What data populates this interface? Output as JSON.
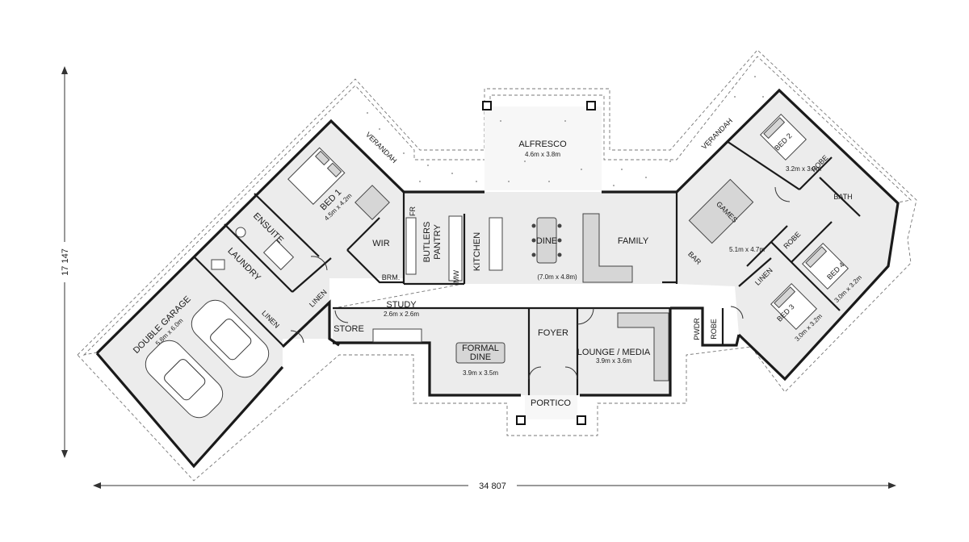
{
  "rooms": {
    "bed1": {
      "name": "BED 1",
      "size": "4.5m x 4.2m"
    },
    "ensuite": {
      "name": "ENSUITE"
    },
    "laundry": {
      "name": "LAUNDRY"
    },
    "linen_laundry": {
      "name": "LINEN"
    },
    "linen_hall": {
      "name": "LINEN"
    },
    "wir": {
      "name": "WIR"
    },
    "brm": {
      "name": "BRM."
    },
    "fr": {
      "name": "FR"
    },
    "butlers_pantry": {
      "name_line1": "BUTLERS",
      "name_line2": "PANTRY"
    },
    "mw": {
      "name": "MW"
    },
    "kitchen": {
      "name": "KITCHEN"
    },
    "dine": {
      "name": "DINE"
    },
    "family": {
      "name": "FAMILY"
    },
    "kfd_size": {
      "size": "(7.0m x 4.8m)"
    },
    "alfresco": {
      "name": "ALFRESCO",
      "size": "4.6m x 3.8m"
    },
    "verandah_left": {
      "name": "VERANDAH"
    },
    "verandah_right": {
      "name": "VERANDAH"
    },
    "games": {
      "name": "GAMES",
      "size": "5.1m x 4.7m"
    },
    "bar": {
      "name": "BAR"
    },
    "bed2": {
      "name": "BED 2",
      "size": "3.2m x 3.0m"
    },
    "robe_bed2": {
      "name": "ROBE"
    },
    "bath": {
      "name": "BATH"
    },
    "robe_bed4": {
      "name": "ROBE"
    },
    "linen_right": {
      "name": "LINEN"
    },
    "bed3": {
      "name": "BED 3",
      "size": "3.0m x 3.2m"
    },
    "bed4": {
      "name": "BED 4",
      "size": "3.0m x 3.2m"
    },
    "pwdr": {
      "name": "PWDR"
    },
    "robe_hall": {
      "name": "ROBE"
    },
    "lounge": {
      "name": "LOUNGE / MEDIA",
      "size": "3.9m x 3.6m"
    },
    "foyer": {
      "name": "FOYER"
    },
    "portico": {
      "name": "PORTICO"
    },
    "formal_dine": {
      "name_line1": "FORMAL",
      "name_line2": "DINE",
      "size": "3.9m x 3.5m"
    },
    "study": {
      "name": "STUDY",
      "size": "2.6m x 2.6m"
    },
    "store": {
      "name": "STORE"
    },
    "garage": {
      "name": "DOUBLE GARAGE",
      "size": "5.8m x 6.0m"
    }
  },
  "dimensions": {
    "overall_width": "34 807",
    "overall_depth": "17 147"
  }
}
